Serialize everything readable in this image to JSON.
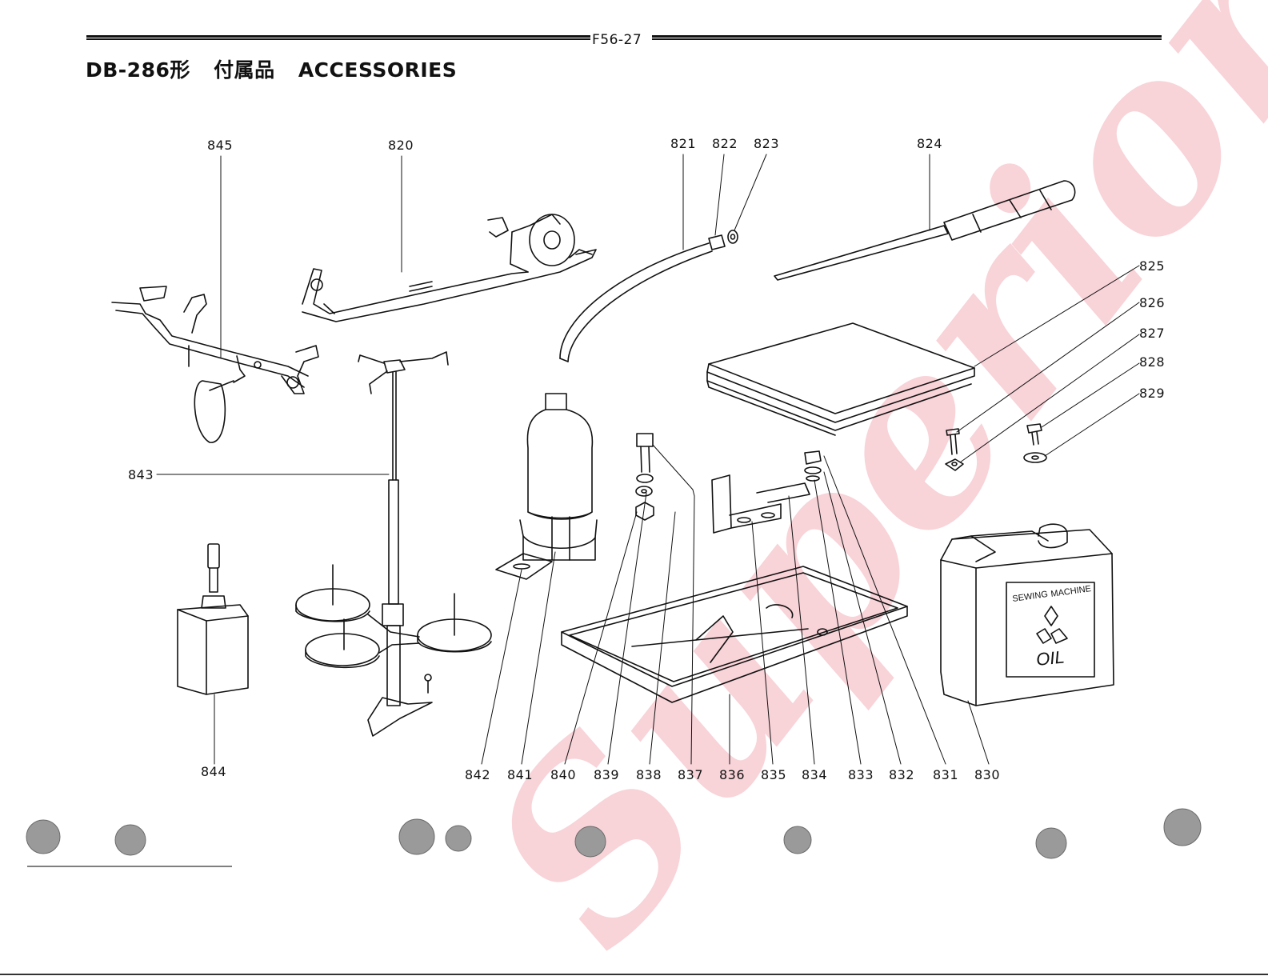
{
  "header": {
    "page_code": "F56-27",
    "title_model": "DB-286形",
    "title_jp": "付属品",
    "title_en": "ACCESSORIES"
  },
  "watermark": "Superior",
  "diagram": {
    "callouts": {
      "p820": "820",
      "p821": "821",
      "p822": "822",
      "p823": "823",
      "p824": "824",
      "p825": "825",
      "p826": "826",
      "p827": "827",
      "p828": "828",
      "p829": "829",
      "p830": "830",
      "p831": "831",
      "p832": "832",
      "p833": "833",
      "p834": "834",
      "p835": "835",
      "p836": "836",
      "p837": "837",
      "p838": "838",
      "p839": "839",
      "p840": "840",
      "p841": "841",
      "p842": "842",
      "p843": "843",
      "p844": "844",
      "p845": "845"
    },
    "oil_can": {
      "label_line1": "SEWING",
      "label_line2": "MACHINE",
      "label_oil": "OIL"
    }
  },
  "colors": {
    "ink": "#111111",
    "watermark": "#f0a0aa",
    "punch_hole": "#9a9a9a"
  }
}
